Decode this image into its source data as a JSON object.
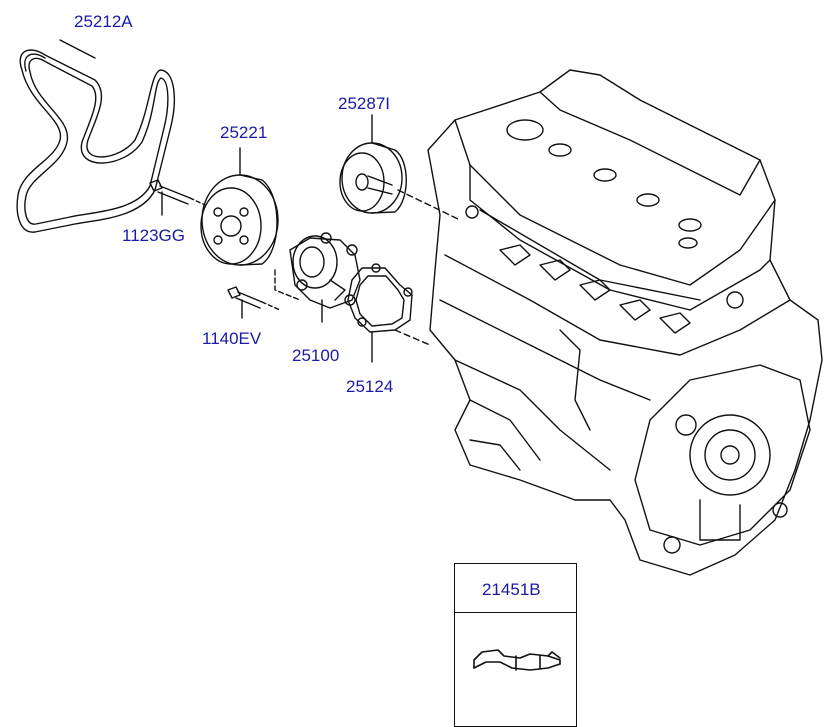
{
  "diagram": {
    "parts": [
      {
        "id": "belt",
        "label": "25212A"
      },
      {
        "id": "tensioner",
        "label": "25287I"
      },
      {
        "id": "pulley",
        "label": "25221"
      },
      {
        "id": "pulley-bolt",
        "label": "1123GG"
      },
      {
        "id": "pump-bolt",
        "label": "1140EV"
      },
      {
        "id": "water-pump",
        "label": "25100"
      },
      {
        "id": "gasket",
        "label": "25124"
      }
    ],
    "inset": {
      "label": "21451B"
    }
  },
  "colors": {
    "label": "#1a1aa6",
    "line": "#111111"
  }
}
